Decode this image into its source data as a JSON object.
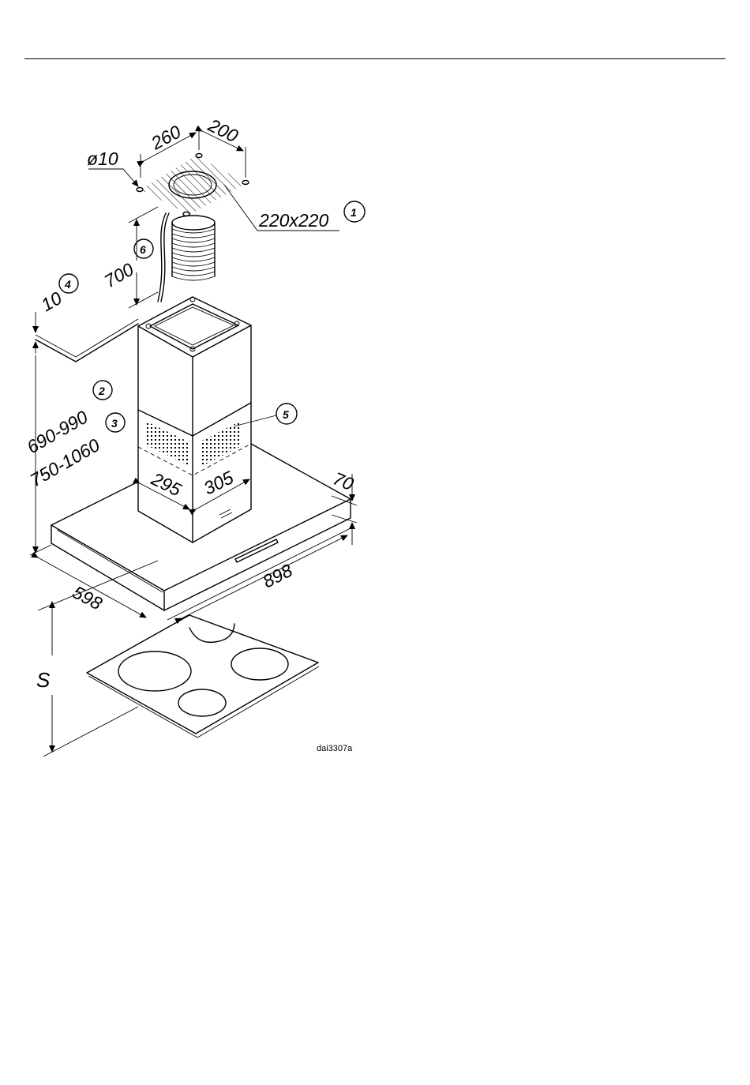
{
  "dimensions": {
    "hole_diameter": "ø10",
    "hole_spacing_left": "260",
    "hole_spacing_right": "200",
    "duct_cutout": "220x220",
    "duct_length": "700",
    "ceiling_offset": "10",
    "height_range_a": "690-990",
    "height_range_b": "750-1060",
    "chimney_width_left": "295",
    "chimney_width_right": "305",
    "canopy_height": "70",
    "canopy_width": "898",
    "canopy_depth": "598",
    "mounting_height": "S"
  },
  "callouts": [
    "1",
    "2",
    "3",
    "4",
    "5",
    "6"
  ],
  "figure_ref": "dai3307a"
}
